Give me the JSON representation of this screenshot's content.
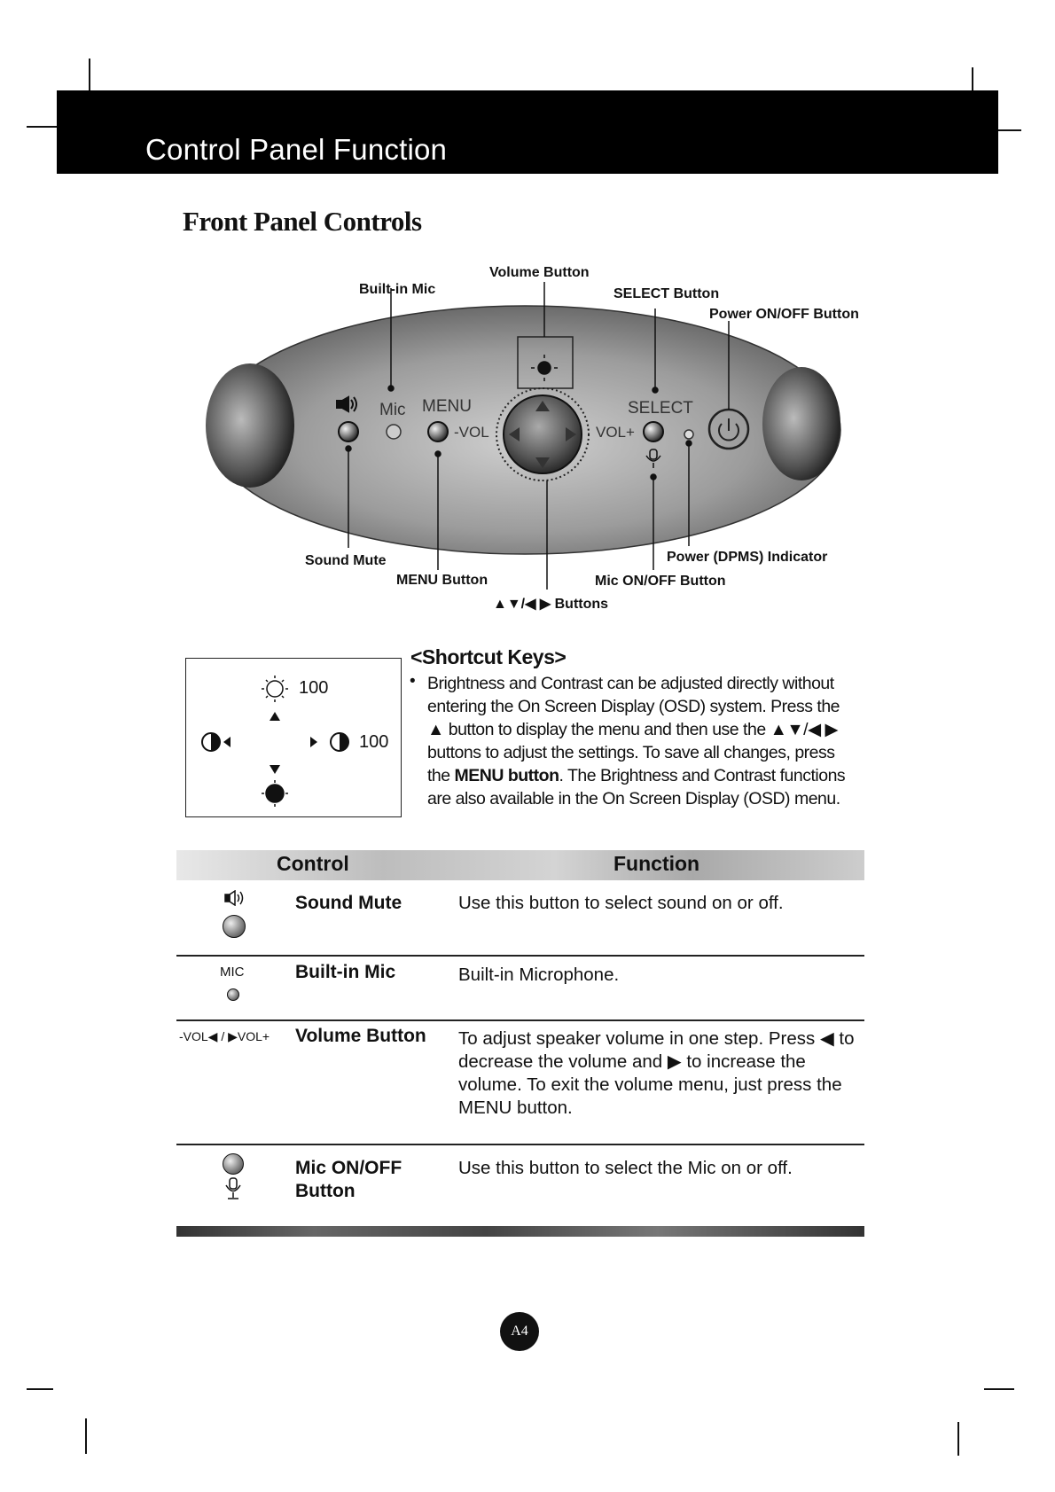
{
  "header": {
    "title": "Control Panel Function"
  },
  "section": {
    "title": "Front Panel Controls"
  },
  "diagram": {
    "callouts": {
      "volume_button": "Volume Button",
      "builtin_mic": "Built-in Mic",
      "select_button": "SELECT Button",
      "power_button": "Power ON/OFF Button",
      "sound_mute": "Sound Mute",
      "menu_button": "MENU Button",
      "arrow_buttons": "▲▼/◀ ▶ Buttons",
      "mic_onoff": "Mic ON/OFF Button",
      "power_indicator": "Power (DPMS) Indicator"
    },
    "panel_labels": {
      "mic": "Mic",
      "menu": "MENU",
      "vol_minus": "-VOL",
      "select": "SELECT",
      "vol_plus": "VOL+"
    }
  },
  "shortcut": {
    "box": {
      "brightness_value": "100",
      "contrast_value": "100"
    },
    "title": "<Shortcut Keys>",
    "text_part1": "Brightness and Contrast can be adjusted directly without entering the On Screen Display (OSD) system. Press the ▲ button to display the menu and then use the ▲▼/◀ ▶ buttons to adjust the settings. To save all changes, press the ",
    "text_bold": "MENU button",
    "text_part2": ". The Brightness and Contrast functions are also available in the On Screen Display (OSD) menu."
  },
  "table": {
    "headers": {
      "control": "Control",
      "function": "Function"
    },
    "rows": [
      {
        "icon_label": "",
        "name": "Sound Mute",
        "function": "Use this button to select sound on or off."
      },
      {
        "icon_label": "MIC",
        "name": "Built-in Mic",
        "function": "Built-in Microphone."
      },
      {
        "icon_label": "-VOL◀ / ▶VOL+",
        "name": "Volume Button",
        "function": "To adjust speaker volume in one step. Press ◀ to decrease the volume and ▶ to increase the volume. To exit the volume menu, just press the MENU button."
      },
      {
        "icon_label": "",
        "name_line1": "Mic ON/OFF",
        "name_line2": "Button",
        "function": "Use this button to select the Mic on or off."
      }
    ]
  },
  "footer": {
    "page": "A4"
  }
}
